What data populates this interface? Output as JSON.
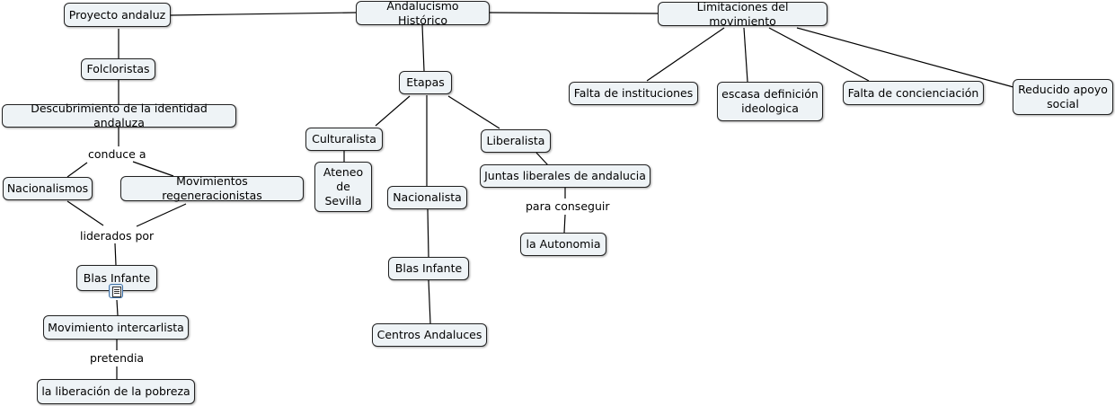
{
  "nodes": {
    "root": "Andalucismo Histórico",
    "proyecto": "Proyecto andaluz",
    "folcloristas": "Folcloristas",
    "descubrimiento": "Descubrimiento de la identidad andaluza",
    "nacionalismos": "Nacionalismos",
    "movimientos": "Movimientos regeneracionistas",
    "blas1": "Blas Infante",
    "intercarlista": "Movimiento intercarlista",
    "liberacion": "la liberación de la pobreza",
    "etapas": "Etapas",
    "culturalista": "Culturalista",
    "ateneo": "Ateneo de Sevilla",
    "nacionalista": "Nacionalista",
    "blas2": "Blas Infante",
    "centros": "Centros Andaluces",
    "liberalista": "Liberalista",
    "juntas": "Juntas liberales de andalucia",
    "autonomia": "la Autonomia",
    "limitaciones": "Limitaciones del movimiento",
    "falta_inst": "Falta de instituciones",
    "escasa": "escasa definición ideologica",
    "falta_conc": "Falta de concienciación",
    "reducido": "Reducido apoyo social"
  },
  "link_labels": {
    "conduce": "conduce a",
    "liderados": "liderados por",
    "pretendia": "pretendia",
    "para_conseguir": "para conseguir"
  },
  "icons": {
    "resource": "document-icon"
  }
}
